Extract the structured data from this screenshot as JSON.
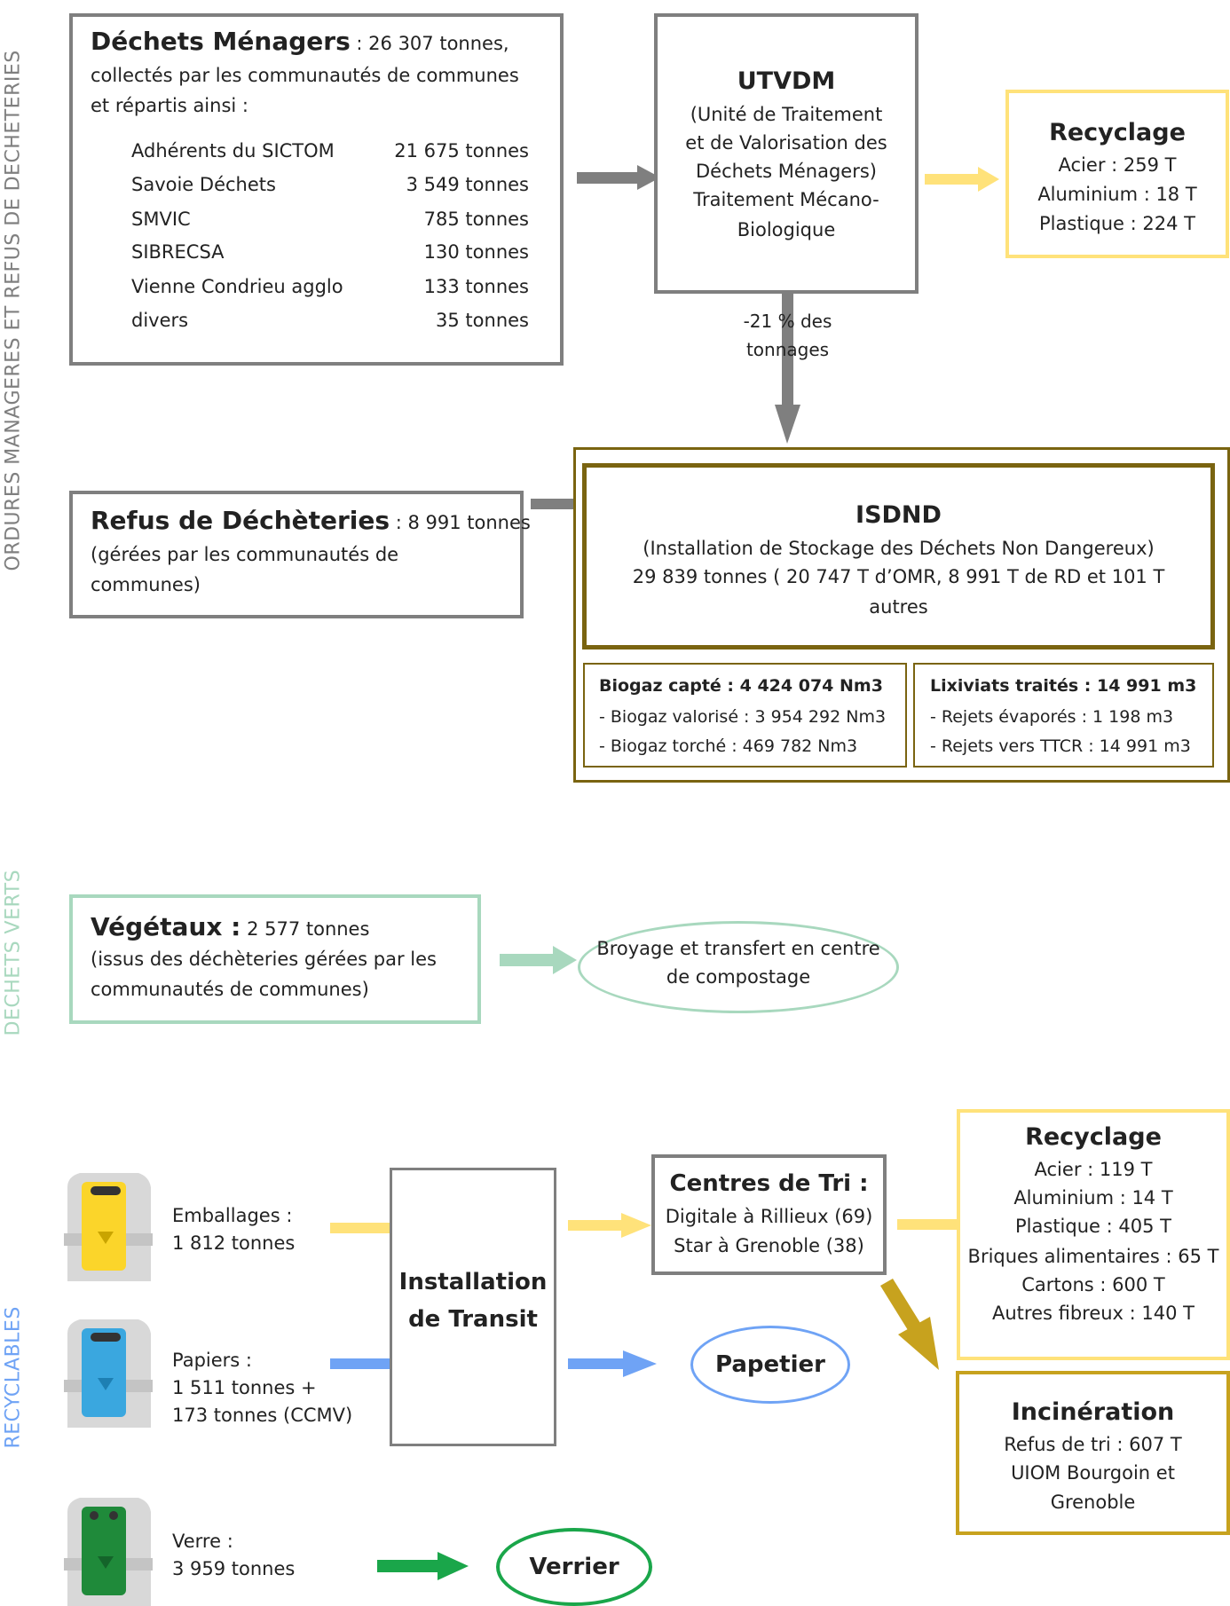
{
  "colors": {
    "grey_border": "#7f7f7f",
    "yellow": "#ffe27a",
    "brown": "#7a6410",
    "green_light": "#a8d8be",
    "blue": "#6fa3f5",
    "glass_green": "#1aa64a",
    "gold": "#c7a21e"
  },
  "side_labels": {
    "omr": "ORDURES MANAGERES ET REFUS DE DECHETERIES",
    "verts": "DECHETS VERTS",
    "recyclables": "RECYCLABLES"
  },
  "dechets_menagers": {
    "title": "Déchets Ménagers",
    "amount": " : 26 307 tonnes,",
    "line2": "collectés par les communautés de communes",
    "line3": "et répartis ainsi :",
    "rows": [
      {
        "name": "Adhérents du SICTOM",
        "value": "21 675 tonnes"
      },
      {
        "name": "Savoie Déchets",
        "value": "3 549 tonnes"
      },
      {
        "name": "SMVIC",
        "value": "785 tonnes"
      },
      {
        "name": "SIBRECSA",
        "value": "130 tonnes"
      },
      {
        "name": "Vienne Condrieu agglo",
        "value": "133 tonnes"
      },
      {
        "name": "divers",
        "value": "35 tonnes"
      }
    ]
  },
  "utvdm": {
    "title": "UTVDM",
    "lines": [
      "(Unité de Traitement",
      "et de Valorisation des",
      "Déchets Ménagers)",
      "Traitement Mécano-",
      "Biologique"
    ]
  },
  "recyclage_omr": {
    "title": "Recyclage",
    "lines": [
      "Acier : 259 T",
      "Aluminium : 18 T",
      "Plastique : 224 T"
    ]
  },
  "reduction_note": [
    "-21 % des",
    "tonnages"
  ],
  "refus": {
    "title": "Refus de Déchèteries",
    "amount": " : 8 991 tonnes",
    "line2": "(gérées par les communautés de",
    "line3": "communes)"
  },
  "isdnd": {
    "title": "ISDND",
    "lines": [
      "(Installation de Stockage des Déchets Non Dangereux)",
      "29 839 tonnes ( 20 747 T d’OMR, 8 991 T de RD et 101 T",
      "autres"
    ],
    "biogaz": {
      "title": "Biogaz capté : 4 424 074 Nm3",
      "lines": [
        "- Biogaz valorisé : 3 954 292 Nm3",
        "- Biogaz torché : 469 782 Nm3"
      ]
    },
    "lixiviats": {
      "title": "Lixiviats traités : 14 991 m3",
      "lines": [
        "- Rejets évaporés : 1 198 m3",
        "- Rejets vers TTCR : 14 991 m3"
      ]
    }
  },
  "vegetaux": {
    "title": "Végétaux :",
    "amount": " 2 577 tonnes",
    "line2": "(issus des déchèteries gérées par les",
    "line3": "communautés de communes)"
  },
  "broyage": [
    "Broyage et transfert en centre",
    "de compostage"
  ],
  "bins": [
    {
      "icon": "yellow-bin-icon",
      "label": "Emballages :",
      "lines": [
        "1 812 tonnes"
      ]
    },
    {
      "icon": "blue-bin-icon",
      "label": "Papiers :",
      "lines": [
        "1 511 tonnes +",
        "173 tonnes (CCMV)"
      ]
    },
    {
      "icon": "green-bin-icon",
      "label": "Verre :",
      "lines": [
        "3 959 tonnes"
      ]
    }
  ],
  "transit": [
    "Installation",
    "de Transit"
  ],
  "centres_tri": {
    "title": "Centres de Tri :",
    "lines": [
      "Digitale à Rillieux (69)",
      "Star à Grenoble (38)"
    ]
  },
  "papetier": "Papetier",
  "verrier": "Verrier",
  "recyclage_tri": {
    "title": "Recyclage",
    "lines": [
      "Acier : 119 T",
      "Aluminium : 14 T",
      "Plastique : 405 T",
      "Briques alimentaires : 65 T",
      "Cartons : 600 T",
      "Autres fibreux : 140 T"
    ]
  },
  "incineration": {
    "title": "Incinération",
    "lines": [
      "Refus de tri : 607 T",
      "UIOM Bourgoin et",
      "Grenoble"
    ]
  }
}
